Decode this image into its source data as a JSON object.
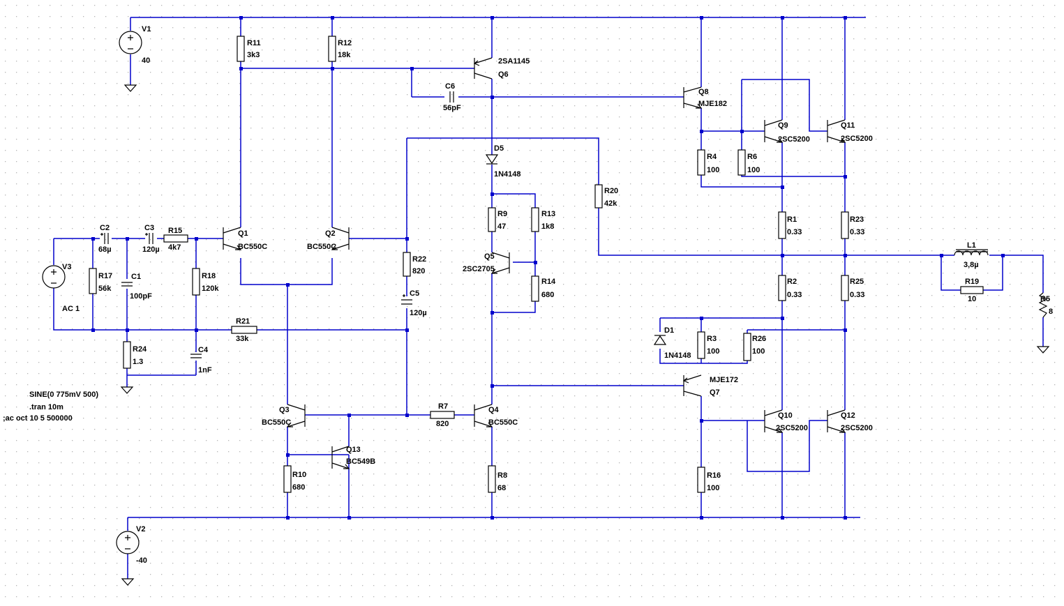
{
  "colors": {
    "wire": "#0000cc",
    "component": "#000000",
    "grid": "#b4b4b4",
    "background": "#ffffff"
  },
  "sources": {
    "V1": {
      "name": "V1",
      "value": "40"
    },
    "V2": {
      "name": "V2",
      "value": "-40"
    },
    "V3": {
      "name": "V3",
      "value": "AC 1"
    }
  },
  "resistors": {
    "R1": {
      "name": "R1",
      "value": "0.33"
    },
    "R2": {
      "name": "R2",
      "value": "0.33"
    },
    "R3": {
      "name": "R3",
      "value": "100"
    },
    "R4": {
      "name": "R4",
      "value": "100"
    },
    "R5": {
      "name": "R5",
      "value": "8"
    },
    "R6": {
      "name": "R6",
      "value": "100"
    },
    "R7": {
      "name": "R7",
      "value": "820"
    },
    "R8": {
      "name": "R8",
      "value": "68"
    },
    "R9": {
      "name": "R9",
      "value": "47"
    },
    "R10": {
      "name": "R10",
      "value": "680"
    },
    "R11": {
      "name": "R11",
      "value": "3k3"
    },
    "R12": {
      "name": "R12",
      "value": "18k"
    },
    "R13": {
      "name": "R13",
      "value": "1k8"
    },
    "R14": {
      "name": "R14",
      "value": "680"
    },
    "R15": {
      "name": "R15",
      "value": "4k7"
    },
    "R16": {
      "name": "R16",
      "value": "100"
    },
    "R17": {
      "name": "R17",
      "value": "56k"
    },
    "R18": {
      "name": "R18",
      "value": "120k"
    },
    "R19": {
      "name": "R19",
      "value": "10"
    },
    "R20": {
      "name": "R20",
      "value": "42k"
    },
    "R21": {
      "name": "R21",
      "value": "33k"
    },
    "R22": {
      "name": "R22",
      "value": "820"
    },
    "R23": {
      "name": "R23",
      "value": "0.33"
    },
    "R24": {
      "name": "R24",
      "value": "1.3"
    },
    "R25": {
      "name": "R25",
      "value": "0.33"
    },
    "R26": {
      "name": "R26",
      "value": "100"
    }
  },
  "capacitors": {
    "C1": {
      "name": "C1",
      "value": "100pF"
    },
    "C2": {
      "name": "C2",
      "value": "68µ"
    },
    "C3": {
      "name": "C3",
      "value": "120µ"
    },
    "C4": {
      "name": "C4",
      "value": "1nF"
    },
    "C5": {
      "name": "C5",
      "value": "120µ"
    },
    "C6": {
      "name": "C6",
      "value": "56pF"
    }
  },
  "inductors": {
    "L1": {
      "name": "L1",
      "value": "3,8µ"
    }
  },
  "diodes": {
    "D1": {
      "name": "D1",
      "value": "1N4148"
    },
    "D5": {
      "name": "D5",
      "value": "1N4148"
    }
  },
  "transistors": {
    "Q1": {
      "name": "Q1",
      "value": "BC550C"
    },
    "Q2": {
      "name": "Q2",
      "value": "BC550C"
    },
    "Q3": {
      "name": "Q3",
      "value": "BC550C"
    },
    "Q4": {
      "name": "Q4",
      "value": "BC550C"
    },
    "Q5": {
      "name": "Q5",
      "value": "2SC2705"
    },
    "Q6": {
      "name": "Q6",
      "value": "2SA1145"
    },
    "Q7": {
      "name": "Q7",
      "value": "MJE172"
    },
    "Q8": {
      "name": "Q8",
      "value": "MJE182"
    },
    "Q9": {
      "name": "Q9",
      "value": "2SC5200"
    },
    "Q10": {
      "name": "Q10",
      "value": "2SC5200"
    },
    "Q11": {
      "name": "Q11",
      "value": "2SC5200"
    },
    "Q12": {
      "name": "Q12",
      "value": "2SC5200"
    },
    "Q13": {
      "name": "Q13",
      "value": "BC549B"
    }
  },
  "directives": {
    "sine": "SINE(0 775mV 500)",
    "tran": ".tran 10m",
    "ac": ";ac oct 10 5 500000"
  }
}
